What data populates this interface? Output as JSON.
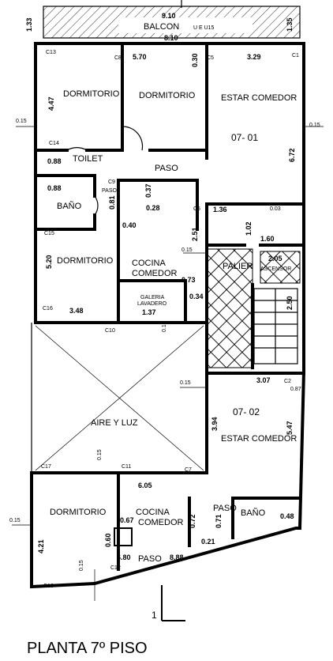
{
  "title": "PLANTA 7º PISO",
  "scale_mark": "1",
  "balcony": {
    "label": "BALCON",
    "tag": "U E U15",
    "d1": "9.10",
    "d2": "8.10",
    "left": "1.33",
    "right": "1.35"
  },
  "units": {
    "top": "07- 01",
    "bottom": "07- 02"
  },
  "rooms": {
    "dorm1": "DORMITORIO",
    "dorm2": "DORMITORIO",
    "estar1": "ESTAR COMEDOR",
    "toilet": "TOILET",
    "paso1": "PASO",
    "paso2": "PASO",
    "bano1": "BAÑO",
    "dorm3": "DORMITORIO",
    "cocina1a": "COCINA",
    "cocina1b": "COMEDOR",
    "galeria_a": "GALERIA",
    "galeria_b": "LAVADERO",
    "palier": "PALIER",
    "ascensor": "ASCENSOR",
    "aire": "AIRE Y LUZ",
    "estar2": "ESTAR COMEDOR",
    "dorm4": "DORMITORIO",
    "cocina2a": "COCINA",
    "cocina2b": "COMEDOR",
    "paso3": "PASO",
    "bano2": "BAÑO",
    "paso4": "PASO"
  },
  "columns": [
    "C13",
    "C8",
    "C5",
    "C1",
    "C14",
    "C9",
    "C6",
    "C15",
    "C16",
    "C10",
    "C17",
    "C11",
    "C7",
    "C18",
    "C12",
    "C2"
  ],
  "dims": {
    "d_570": "5.70",
    "d_329": "3.29",
    "d_447": "4.47",
    "d_672": "6.72",
    "d_015a": "0.15",
    "d_015b": "0.15",
    "d_088a": "0.88",
    "d_088b": "0.88",
    "d_520": "5.20",
    "d_348": "3.48",
    "d_251": "2.51",
    "d_136": "1.36",
    "d_102": "1.02",
    "d_160": "1.60",
    "d_205": "2.05",
    "d_250": "2.50",
    "d_137": "1.37",
    "d_394": "3.94",
    "d_307": "3.07",
    "d_547": "5.47",
    "d_605": "6.05",
    "d_421": "4.21",
    "d_888": "8.88",
    "d_680": "6.80",
    "d_067": "0.67",
    "d_060": "0.60",
    "d_048": "0.48",
    "d_021": "0.21",
    "d_073": "0.73",
    "d_081": "0.81",
    "d_030": "0.30",
    "d_037": "0.37",
    "d_040": "0.40",
    "d_028": "0.28",
    "d_034": "0.34",
    "d_015c": "0.15",
    "d_015d": "0.15",
    "d_015e": "0.15",
    "d_015f": "0.15",
    "d_015g": "0.15",
    "d_015h": "0.15",
    "d_072": "0.72",
    "d_071": "0.71",
    "d_087": "0.87",
    "d_003": "0.03"
  }
}
